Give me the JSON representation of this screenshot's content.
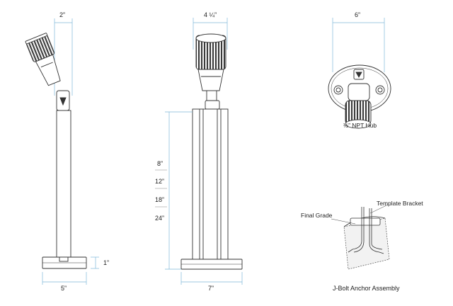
{
  "dimensions": {
    "side_head_width": "2”",
    "front_head_width": "4 ¼”",
    "top_hub_width": "6”",
    "heights": [
      "8”",
      "12”",
      "18”",
      "24”"
    ],
    "base_height": "1”",
    "side_base_width": "5”",
    "front_base_width": "7”"
  },
  "labels": {
    "hub": "½” NPT Hub",
    "final_grade": "Final Grade",
    "template_bracket": "Template Bracket",
    "anchor_assembly": "J-Bolt Anchor Assembly"
  },
  "colors": {
    "dimension_line": "#7fb9d9",
    "outline": "#333333",
    "text": "#222222"
  }
}
